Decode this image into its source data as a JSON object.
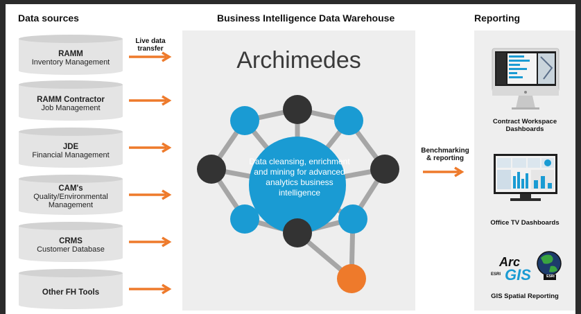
{
  "headers": {
    "sources": "Data sources",
    "warehouse": "Business Intelligence Data Warehouse",
    "reporting": "Reporting"
  },
  "sources": [
    {
      "title": "RAMM",
      "subtitle": "Inventory Management"
    },
    {
      "title": "RAMM Contractor",
      "subtitle": "Job Management"
    },
    {
      "title": "JDE",
      "subtitle": "Financial Management"
    },
    {
      "title": "CAM's",
      "subtitle": "Quality/Environmental Management"
    },
    {
      "title": "CRMS",
      "subtitle": "Customer Database"
    },
    {
      "title": "Other FH Tools",
      "subtitle": ""
    }
  ],
  "live_transfer_label": "Live data transfer",
  "warehouse": {
    "brand": "Archimedes",
    "center_text": "Data cleansing, enrichment and mining for advanced analytics business intelligence"
  },
  "benchmark_label": "Benchmarking & reporting",
  "reporting": {
    "items": [
      {
        "label": "Contract Workspace Dashboards"
      },
      {
        "label": "Office TV Dashboards"
      },
      {
        "label": "GIS Spatial Reporting"
      }
    ],
    "arcgis": {
      "arc": "Arc",
      "gis": "GIS",
      "esri_small": "ESRI",
      "esri_badge": "ESRI"
    }
  },
  "colors": {
    "orange": "#ee7a2b",
    "blue": "#1a9bd3",
    "dark": "#333333",
    "gray_line": "#a6a6a6",
    "cylinder": "#e4e4e4"
  }
}
